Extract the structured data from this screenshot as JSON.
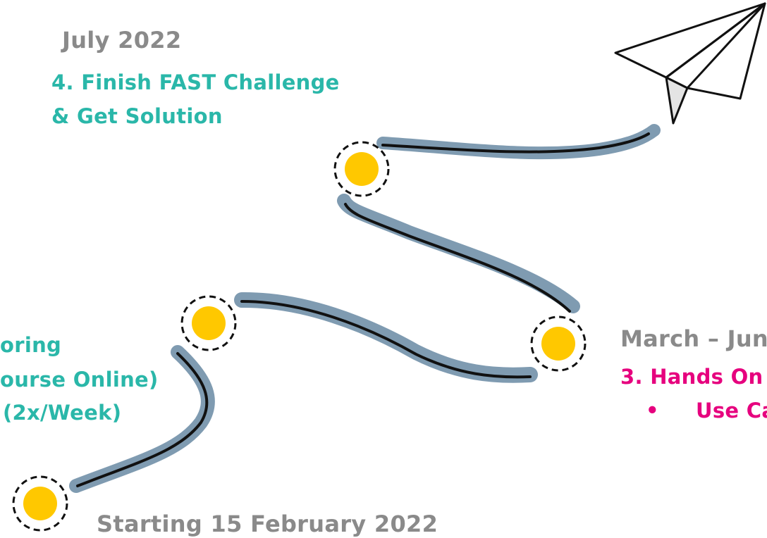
{
  "colors": {
    "path_outer": "#7f9bb1",
    "path_inner": "#111111",
    "node_fill": "#ffc800",
    "date_text": "#8a8a8a",
    "teal_text": "#2ab7a9",
    "magenta_text": "#e6007e"
  },
  "milestones": {
    "m1": {
      "date": "Starting 15 February 2022"
    },
    "m2": {
      "lines": [
        "oring",
        "ourse Online)",
        "(2x/Week)"
      ]
    },
    "m3": {
      "date": "March – Jun",
      "title": "3. Hands On",
      "bullet": "•",
      "bullet_text": "Use Ca"
    },
    "m4": {
      "date": "July 2022",
      "title_line1": "4. Finish FAST Challenge",
      "title_line2": "& Get Solution"
    }
  },
  "icons": {
    "end": "paper-plane-icon",
    "node": "milestone-node-icon"
  }
}
